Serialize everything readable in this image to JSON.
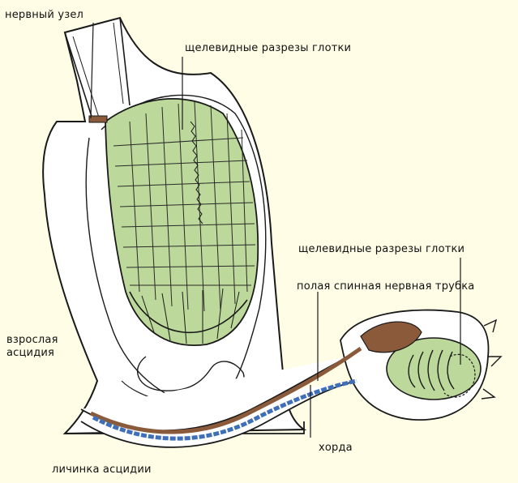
{
  "labels": {
    "nerve_ganglion": "нервный узел",
    "gill_slits_top": "щелевидные разрезы глотки",
    "gill_slits_right": "щелевидные разрезы глотки",
    "nerve_tube": "полая спинная нервная трубка",
    "adult_line1": "взрослая",
    "adult_line2": "асцидия",
    "notochord": "хорда",
    "larva": "личинка асцидии"
  },
  "colors": {
    "background": "#fffde6",
    "pharynx_green": "#bcd89a",
    "nerve_tube_brown": "#8a5a3b",
    "notochord_blue": "#3f6fb8",
    "outline": "#1a1a1a"
  }
}
